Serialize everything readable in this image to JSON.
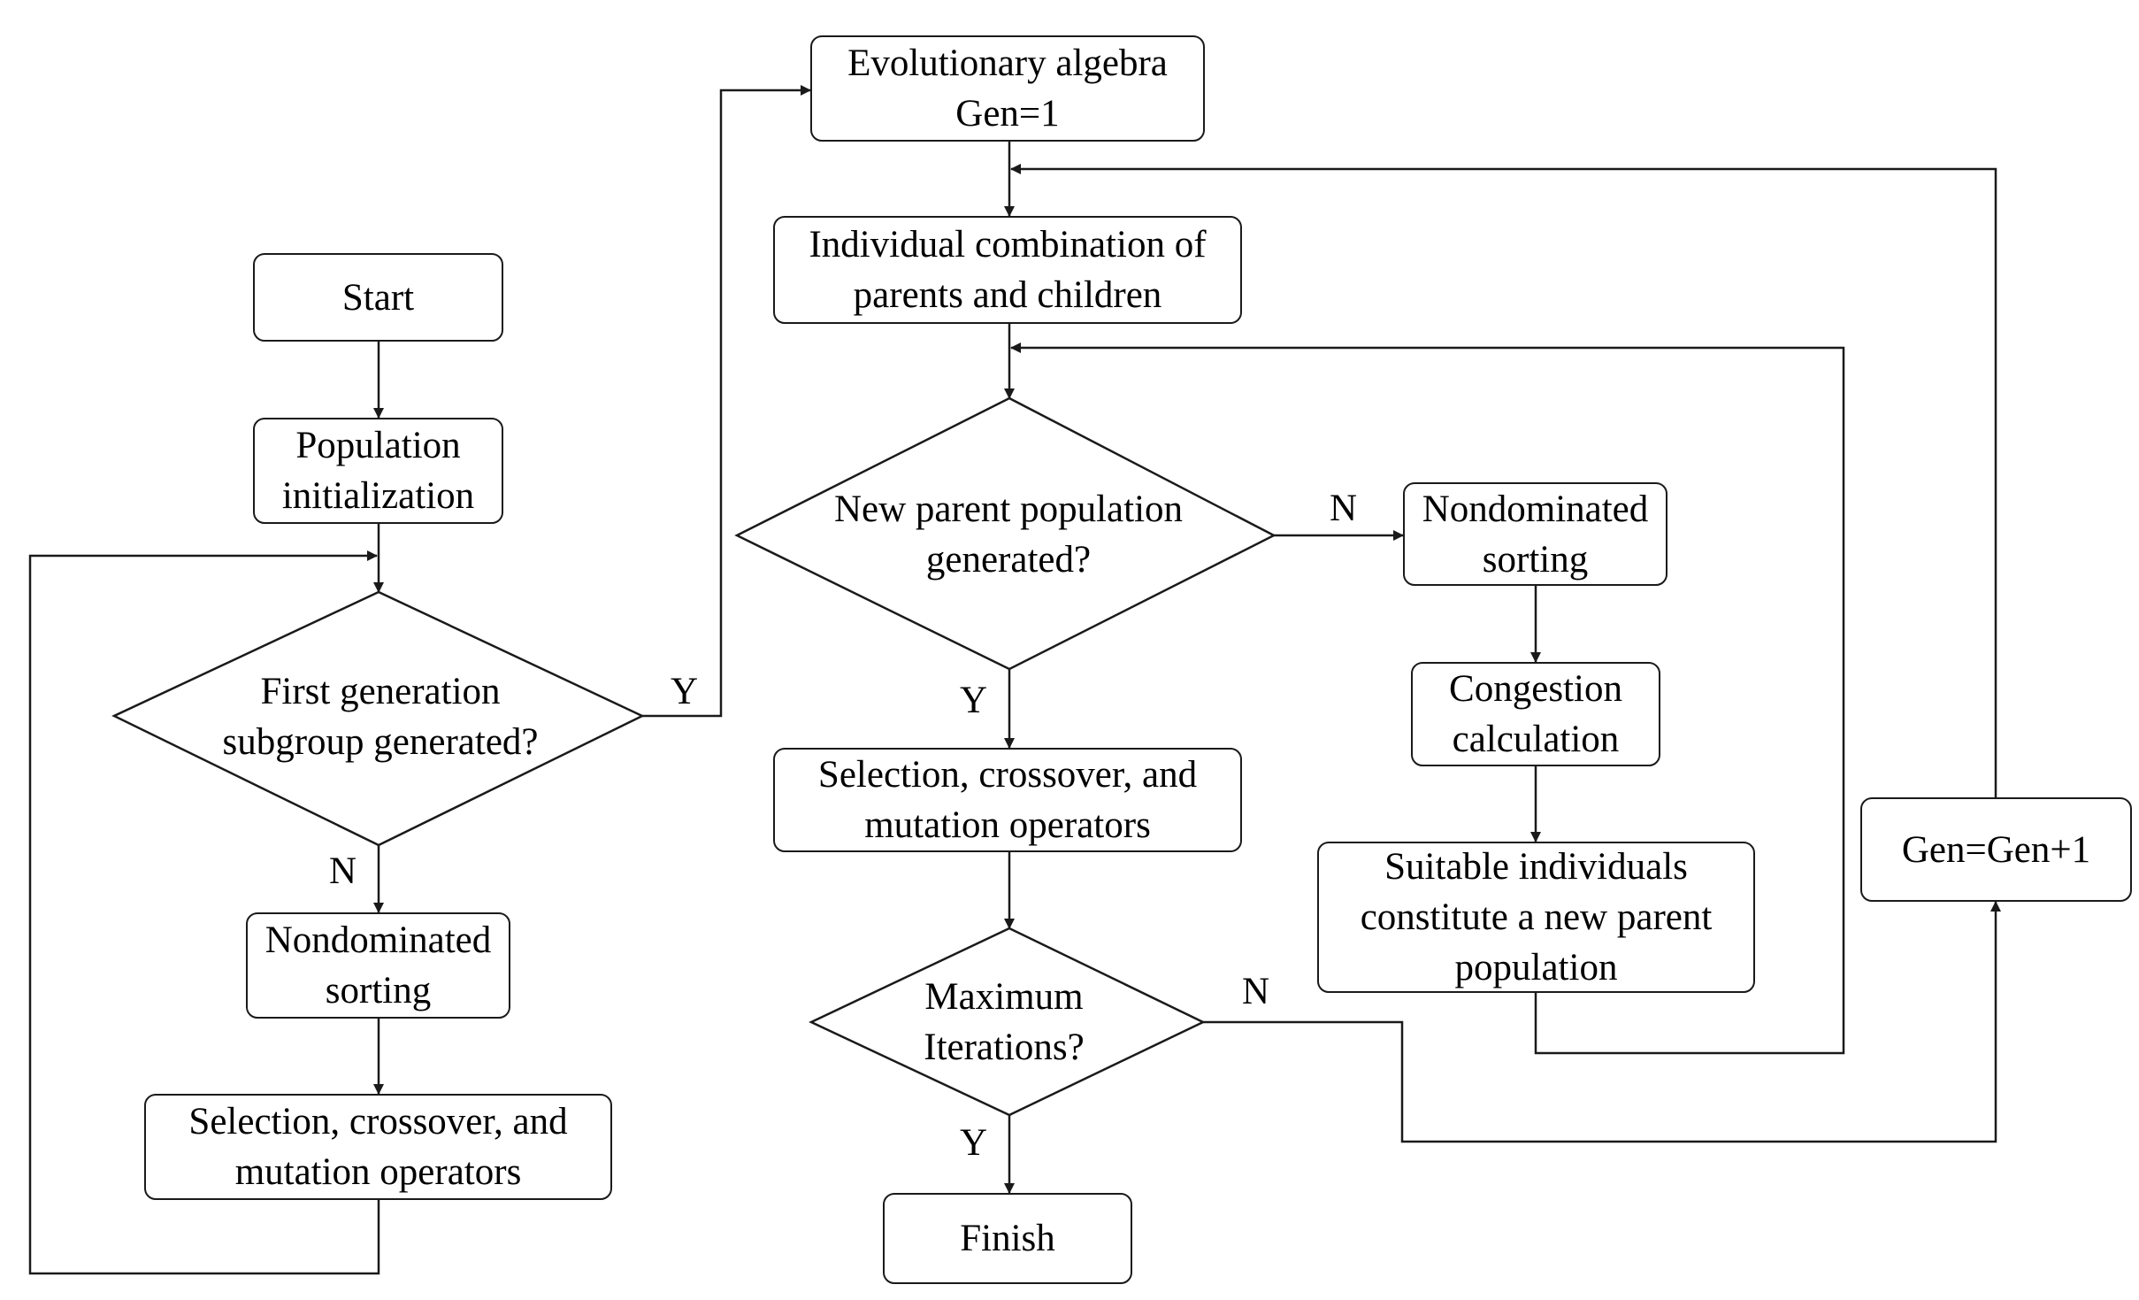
{
  "nodes": {
    "start": "Start",
    "population_init": "Population\ninitialization",
    "first_gen_decision": "First generation\nsubgroup generated?",
    "nondominated_sorting_left": "Nondominated\nsorting",
    "selection_left": "Selection, crossover, and\nmutation operators",
    "evolutionary_algebra": "Evolutionary algebra\nGen=1",
    "individual_combination": "Individual combination of\nparents and children",
    "new_parent_decision": "New parent population\ngenerated?",
    "selection_center": "Selection, crossover, and\nmutation operators",
    "max_iterations_decision": "Maximum\nIterations?",
    "finish": "Finish",
    "nondominated_sorting_right": "Nondominated\nsorting",
    "congestion_calculation": "Congestion\ncalculation",
    "suitable_individuals": "Suitable individuals\nconstitute a new parent\npopulation",
    "gen_increment": "Gen=Gen+1"
  },
  "edge_labels": {
    "first_gen_yes": "Y",
    "first_gen_no": "N",
    "new_parent_yes": "Y",
    "new_parent_no": "N",
    "max_iter_yes": "Y",
    "max_iter_no": "N"
  }
}
